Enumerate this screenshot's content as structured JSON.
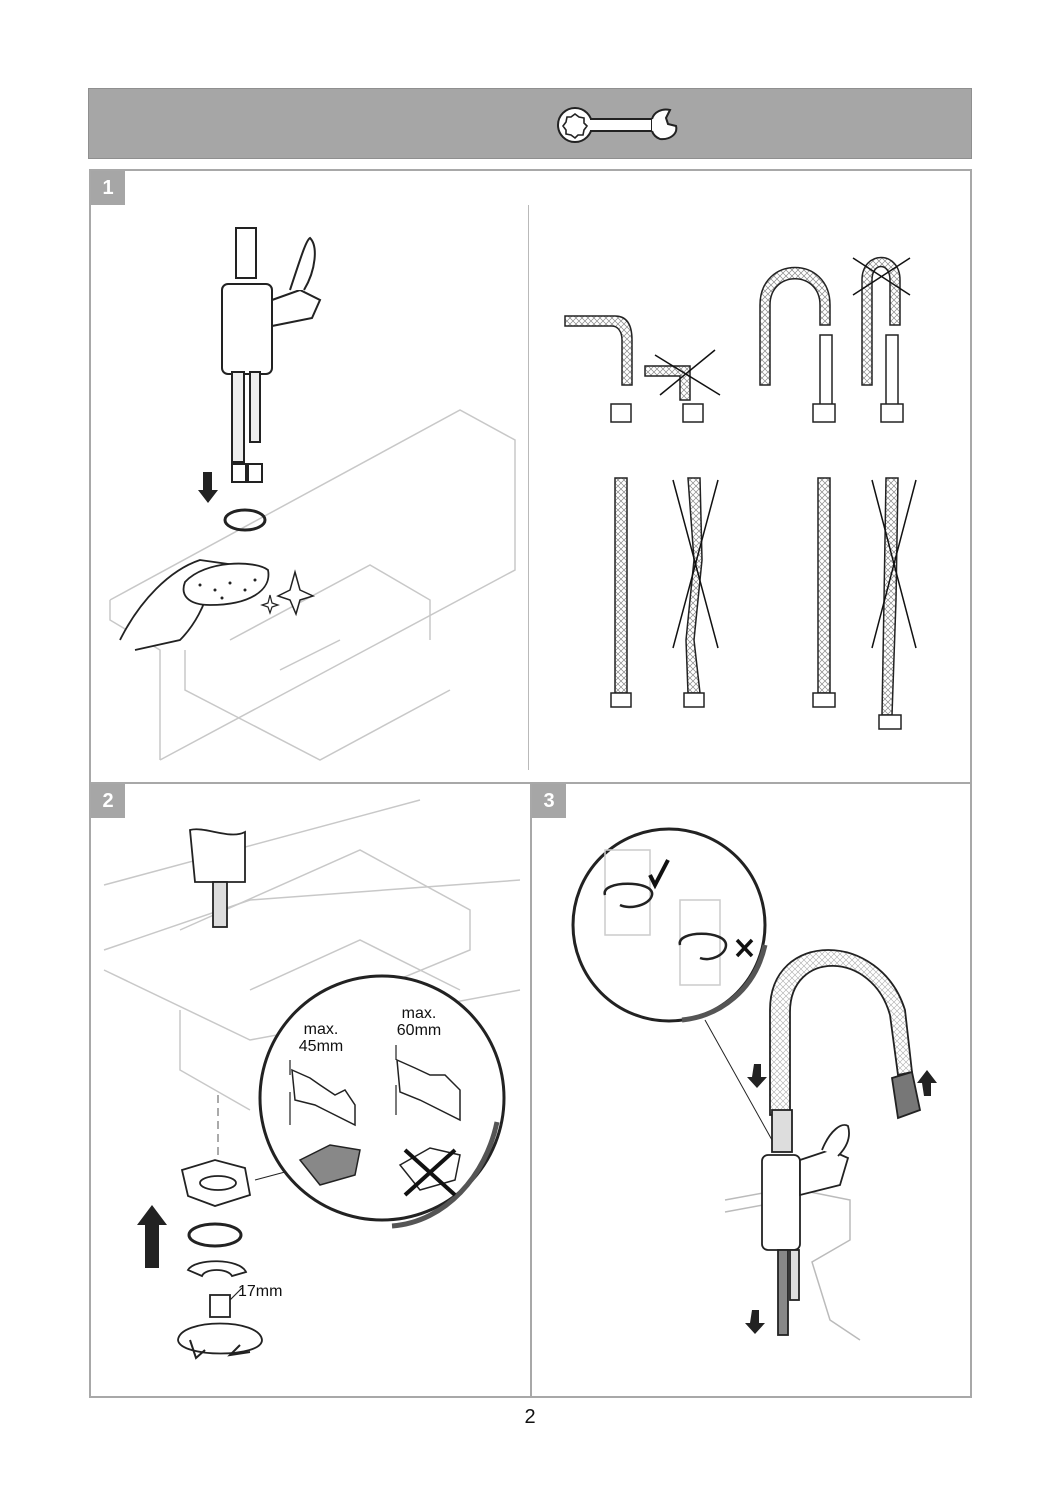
{
  "header": {
    "icon": "wrench-icon"
  },
  "steps": [
    {
      "number": "1"
    },
    {
      "number": "2",
      "labels": {
        "max1": "max.",
        "dim1": "45mm",
        "max2": "max.",
        "dim2": "60mm",
        "wrench_size": "17mm"
      }
    },
    {
      "number": "3"
    }
  ],
  "page_number": "2",
  "colors": {
    "header_bg": "#a6a6a6",
    "badge_bg": "#a6a6a6",
    "frame": "#a8a8a8"
  }
}
